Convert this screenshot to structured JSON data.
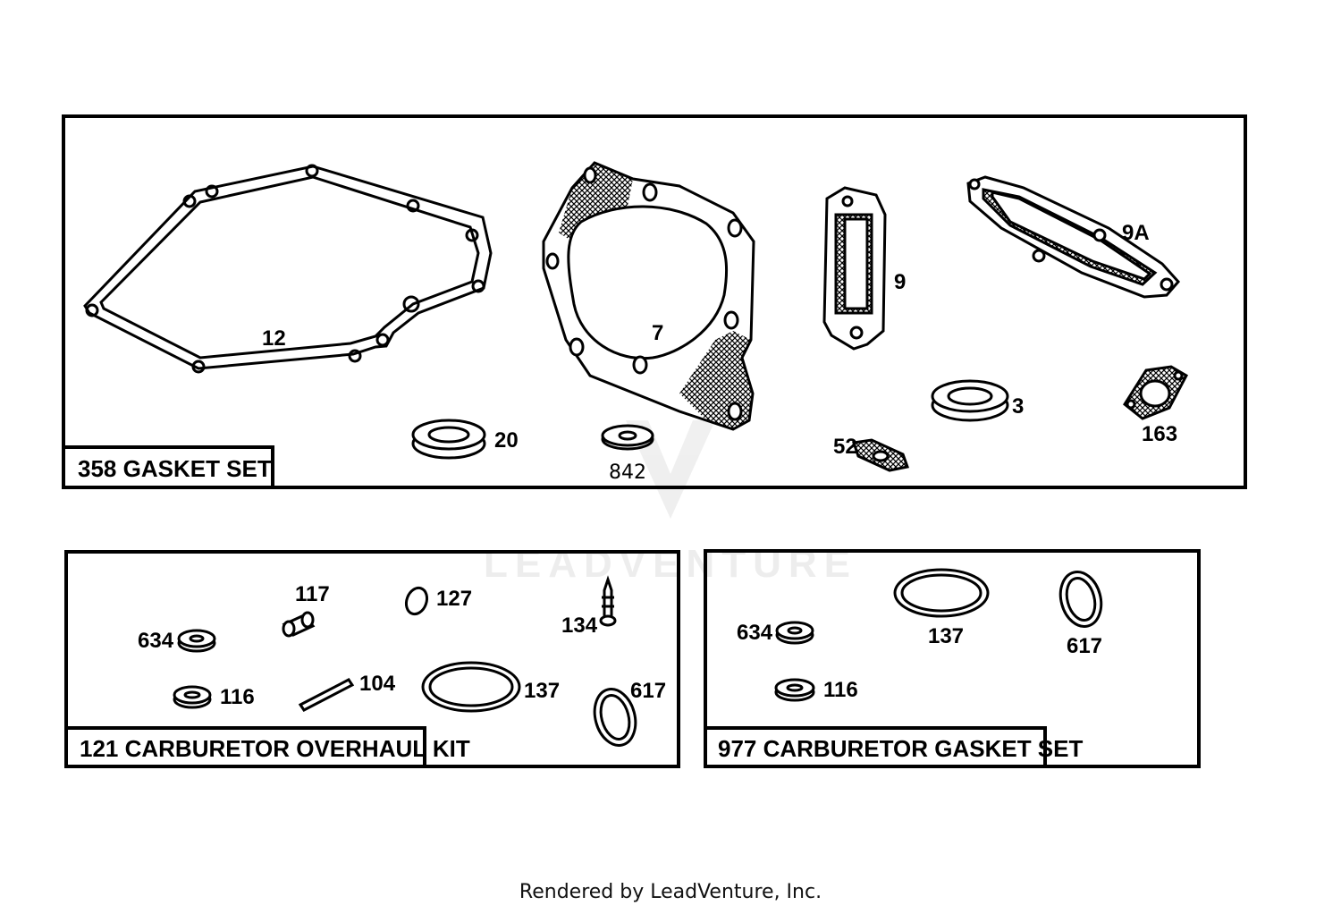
{
  "watermark": {
    "text": "LEADVENTURE"
  },
  "footer": {
    "text": "Rendered by LeadVenture, Inc."
  },
  "kits": {
    "gasket_set": {
      "title": "358  GASKET SET",
      "callouts": {
        "p12": "12",
        "p7": "7",
        "p9": "9",
        "p9a": "9A",
        "p3": "3",
        "p163": "163",
        "p20": "20",
        "p842": "842",
        "p52": "52"
      }
    },
    "carb_overhaul": {
      "title": "121  CARBURETOR OVERHAUL KIT",
      "callouts": {
        "p117": "117",
        "p127": "127",
        "p134": "134",
        "p634": "634",
        "p116": "116",
        "p104": "104",
        "p137": "137",
        "p617": "617"
      }
    },
    "carb_gasket": {
      "title": "977  CARBURETOR GASKET SET",
      "callouts": {
        "p634": "634",
        "p137": "137",
        "p617": "617",
        "p116": "116"
      }
    }
  }
}
